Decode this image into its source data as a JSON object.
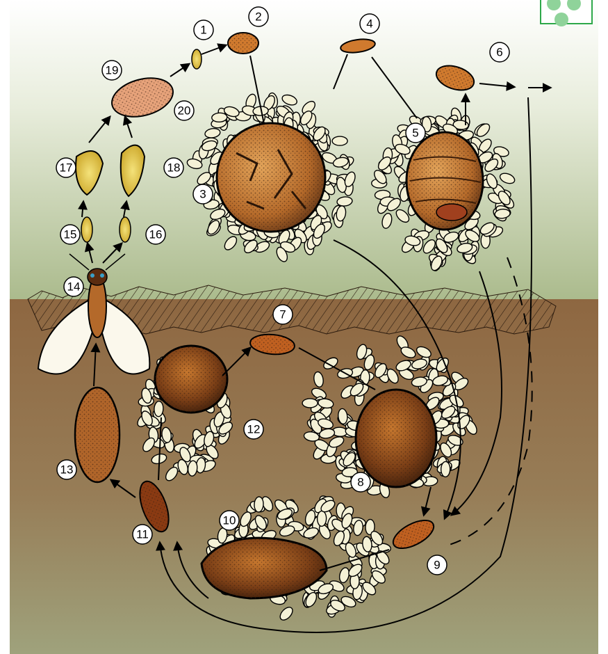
{
  "colors": {
    "sky_top": "#ffffff",
    "sky_bottom": "#a9b98a",
    "soil_top": "#8e6741",
    "soil_bottom": "#9d9f78",
    "egg": "#f4f1d6",
    "insect_orange": "#c97a2e",
    "insect_dark": "#3a2010",
    "logo_green": "#2ea84a",
    "logo_dot": "#8fd39a"
  },
  "labels": [
    {
      "id": "1",
      "text": "1"
    },
    {
      "id": "2",
      "text": "2"
    },
    {
      "id": "3",
      "text": "3"
    },
    {
      "id": "4",
      "text": "4"
    },
    {
      "id": "5",
      "text": "5"
    },
    {
      "id": "6",
      "text": "6"
    },
    {
      "id": "7",
      "text": "7"
    },
    {
      "id": "8",
      "text": "8"
    },
    {
      "id": "9",
      "text": "9"
    },
    {
      "id": "10",
      "text": "10"
    },
    {
      "id": "11",
      "text": "11"
    },
    {
      "id": "12",
      "text": "12"
    },
    {
      "id": "13",
      "text": "13"
    },
    {
      "id": "14",
      "text": "14"
    },
    {
      "id": "15",
      "text": "15"
    },
    {
      "id": "16",
      "text": "16"
    },
    {
      "id": "17",
      "text": "17"
    },
    {
      "id": "18",
      "text": "18"
    },
    {
      "id": "19",
      "text": "19"
    },
    {
      "id": "20",
      "text": "20"
    }
  ]
}
